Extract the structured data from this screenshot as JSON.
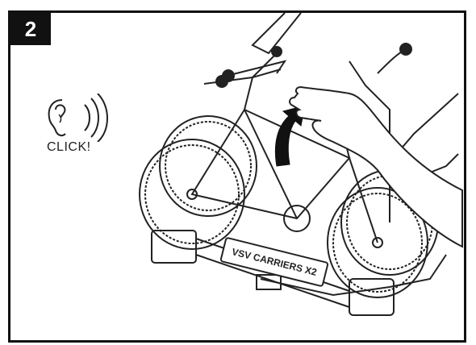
{
  "step": {
    "number": "2"
  },
  "sound_cue": {
    "label": "CLICK!",
    "icon": "ear-icon"
  },
  "carrier": {
    "plate_text": "VSV CARRIERS X2"
  },
  "colors": {
    "ink": "#111111",
    "paper": "#ffffff"
  }
}
